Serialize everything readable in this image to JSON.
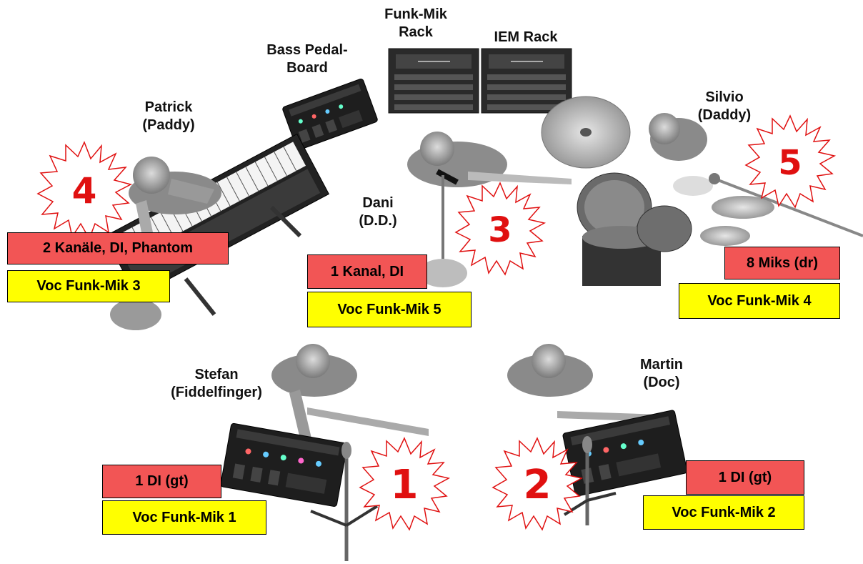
{
  "labels": {
    "funk_rack": "Funk-Mik Rack",
    "iem_rack": "IEM Rack",
    "bass_board": "Bass Pedal-Board",
    "patrick": "Patrick (Paddy)",
    "silvio": "Silvio (Daddy)",
    "dani": "Dani (D.D.)",
    "stefan": "Stefan (Fiddelfinger)",
    "martin": "Martin (Doc)"
  },
  "positions": {
    "p1": "1",
    "p2": "2",
    "p3": "3",
    "p4": "4",
    "p5": "5"
  },
  "channels": {
    "patrick_red": "2 Kanäle, DI, Phantom",
    "patrick_yellow": "Voc Funk-Mik 3",
    "dani_red": "1 Kanal, DI",
    "dani_yellow": "Voc Funk-Mik 5",
    "silvio_red": "8 Miks (dr)",
    "silvio_yellow": "Voc Funk-Mik 4",
    "stefan_red": "1 DI (gt)",
    "stefan_yellow": "Voc Funk-Mik 1",
    "martin_red": "1 DI (gt)",
    "martin_yellow": "Voc Funk-Mik 2"
  },
  "colors": {
    "red_tag": "#f25555",
    "yellow_tag": "#ffff00",
    "star_number": "#e01010"
  }
}
